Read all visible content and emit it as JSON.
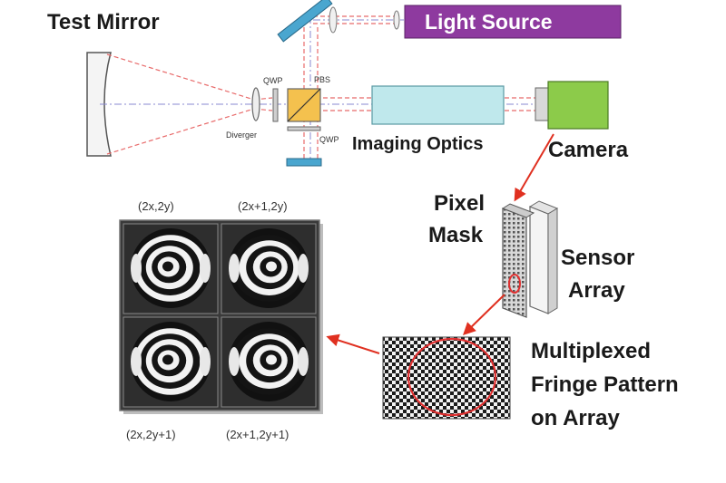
{
  "labels": {
    "test_mirror": "Test Mirror",
    "light_source": "Light Source",
    "qwp_top": "QWP",
    "pbs": "PBS",
    "diverger": "Diverger",
    "qwp_bottom": "QWP",
    "imaging_optics": "Imaging Optics",
    "camera": "Camera",
    "pixel": "Pixel",
    "mask": "Mask",
    "sensor": "Sensor",
    "array": "Array",
    "multiplexed": "Multiplexed",
    "fringe_pattern": "Fringe Pattern",
    "on_array": "on Array"
  },
  "coords": {
    "top_left": "(2x,2y)",
    "top_right": "(2x+1,2y)",
    "bottom_left": "(2x,2y+1)",
    "bottom_right": "(2x+1,2y+1)"
  },
  "colors": {
    "light_source_fill": "#8e3a9f",
    "beam": "#e86a6a",
    "axis": "#8a8ad0",
    "imaging_optics_fill": "#bfe8ec",
    "camera_fill": "#8ccb4a",
    "mirror_fill": "#4aa6cf",
    "pbs_fill": "#f4c14e",
    "arrow": "#e03020",
    "circle": "#e03030"
  }
}
